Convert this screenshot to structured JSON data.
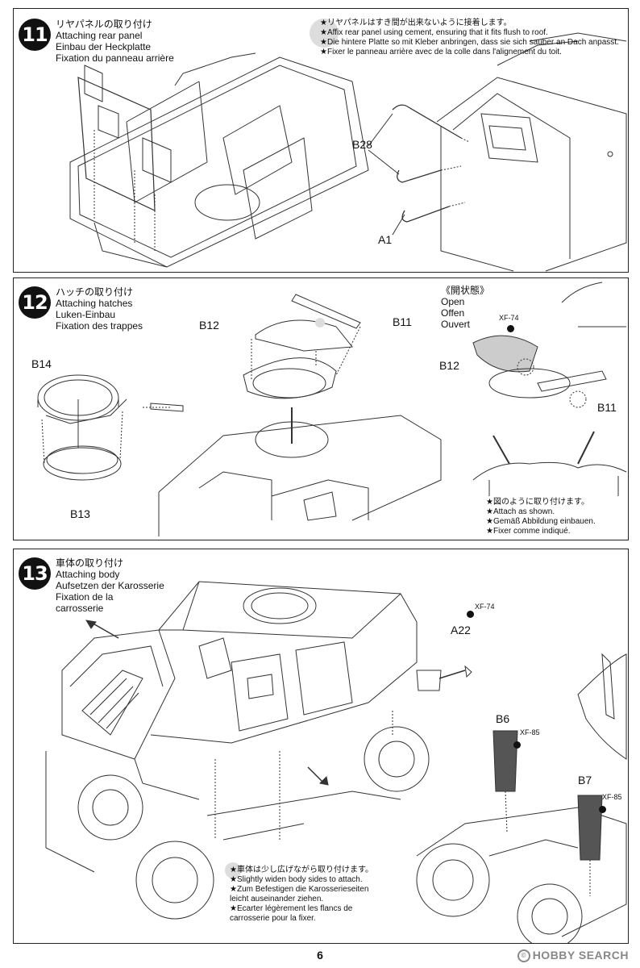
{
  "step11": {
    "number": "11",
    "title": [
      "リヤパネルの取り付け",
      "Attaching rear panel",
      "Einbau der Heckplatte",
      "Fixation du panneau arrière"
    ],
    "notes": [
      "★リヤパネルはすき間が出来ないように接着します。",
      "★Affix rear panel using cement, ensuring that it fits flush to roof.",
      "★Die hintere Platte so mit Kleber anbringen, dass sie sich sauber an Dach anpasst.",
      "★Fixer le panneau arrière avec de la colle dans l'alignement du toit."
    ],
    "labels": {
      "b28": "B28",
      "a1": "A1"
    }
  },
  "step12": {
    "number": "12",
    "title": [
      "ハッチの取り付け",
      "Attaching hatches",
      "Luken-Einbau",
      "Fixation des trappes"
    ],
    "labels": {
      "b12": "B12",
      "b11": "B11",
      "b14": "B14",
      "b13": "B13",
      "b12_open": "B12",
      "b11_open": "B11",
      "paint": "XF-74"
    },
    "open_title": [
      "《開状態》",
      "Open",
      "Offen",
      "Ouvert"
    ],
    "notes": [
      "★図のように取り付けます。",
      "★Attach as shown.",
      "★Gemäß Abbildung einbauen.",
      "★Fixer comme indiqué."
    ]
  },
  "step13": {
    "number": "13",
    "title": [
      "車体の取り付け",
      "Attaching body",
      "Aufsetzen der Karosserie",
      "Fixation de la",
      "carrosserie"
    ],
    "labels": {
      "a22": "A22",
      "paint_a22": "XF-74",
      "b6": "B6",
      "paint_b6": "XF-85",
      "b7": "B7",
      "paint_b7": "XF-85"
    },
    "notes": [
      "★車体は少し広げながら取り付けます。",
      "★Slightly widen body sides to attach.",
      "★Zum Befestigen die Karosserieseiten",
      "leicht auseinander ziehen.",
      "★Ecarter légèrement les flancs de",
      "carrosserie pour la fixer."
    ]
  },
  "page": {
    "number": "6",
    "watermark": "HOBBY SEARCH"
  }
}
